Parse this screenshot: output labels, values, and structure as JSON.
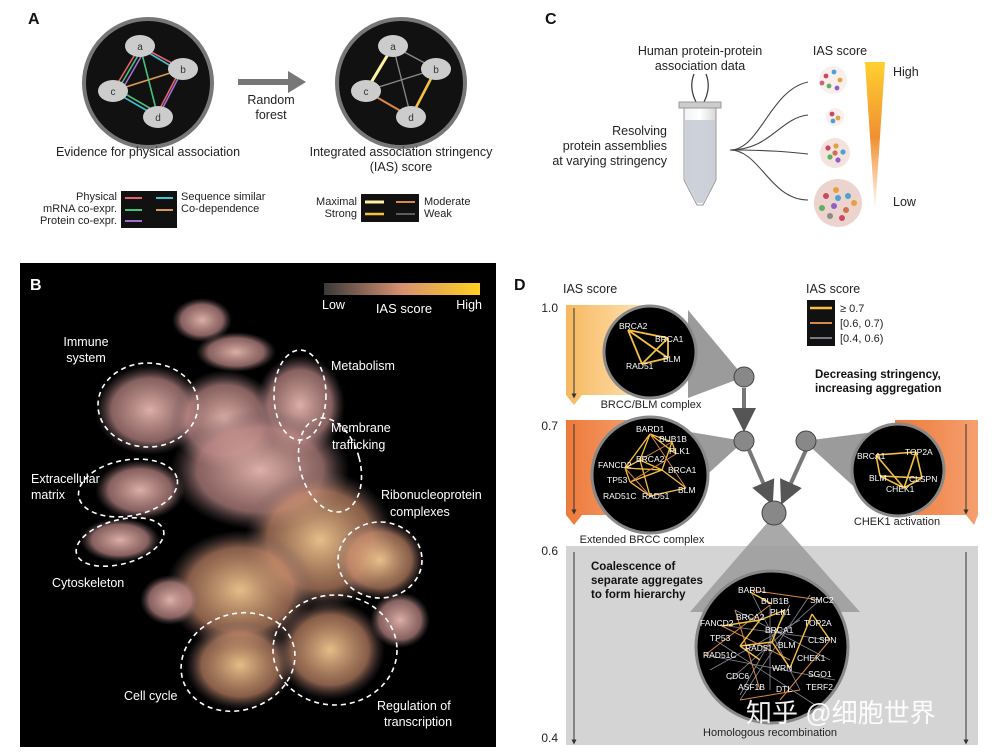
{
  "panel_a": {
    "label": "A",
    "arrow_label_1": "Random",
    "arrow_label_2": "forest",
    "left_caption": "Evidence for physical association",
    "right_caption_1": "Integrated association stringency",
    "right_caption_2": "(IAS) score",
    "nodes": [
      "a",
      "b",
      "c",
      "d"
    ],
    "legend_left": {
      "items_left": [
        "Physical",
        "mRNA co-expr.",
        "Protein co-expr."
      ],
      "items_right": [
        "Sequence similar",
        "Co-dependence"
      ],
      "colors": [
        "#e8606a",
        "#49c07a",
        "#a070d0",
        "#40c0d0",
        "#d89a50"
      ]
    },
    "legend_right": {
      "items_left": [
        "Maximal",
        "Strong"
      ],
      "items_right": [
        "Moderate",
        "Weak"
      ],
      "colors": [
        "#fff2a0",
        "#f6c040",
        "#d88848",
        "#8a8a8a"
      ]
    }
  },
  "panel_b": {
    "label": "B",
    "scale_low": "Low",
    "scale_title": "IAS score",
    "scale_high": "High",
    "regions": {
      "immune": [
        "Immune",
        "system"
      ],
      "metabolism": "Metabolism",
      "membrane": [
        "Membrane",
        "trafficking"
      ],
      "extracellular": [
        "Extracellular",
        "matrix"
      ],
      "ribonucleoprotein": [
        "Ribonucleoprotein",
        "complexes"
      ],
      "cytoskeleton": "Cytoskeleton",
      "cell_cycle": "Cell cycle",
      "transcription": [
        "Regulation of",
        "transcription"
      ]
    }
  },
  "panel_c": {
    "label": "C",
    "input_1": "Human protein-protein",
    "input_2": "association data",
    "resolve_1": "Resolving",
    "resolve_2": "protein assemblies",
    "resolve_3": "at varying stringency",
    "score_title": "IAS score",
    "high": "High",
    "low": "Low"
  },
  "panel_d": {
    "label": "D",
    "axis_title": "IAS score",
    "ticks": [
      "1.0",
      "0.7",
      "0.6",
      "0.4"
    ],
    "legend_title": "IAS score",
    "legend_items": [
      "≥ 0.7",
      "[0.6, 0.7)",
      "[0.4, 0.6)"
    ],
    "legend_colors": [
      "#f6c040",
      "#d88848",
      "#9a9aa8"
    ],
    "note_1": "Decreasing stringency,",
    "note_2": "increasing aggregation",
    "coalescence_1": "Coalescence of",
    "coalescence_2": "separate aggregates",
    "coalescence_3": "to form hierarchy",
    "brcc_genes": [
      "BRCA2",
      "BRCA1",
      "BLM",
      "RAD51"
    ],
    "brcc_caption": "BRCC/BLM complex",
    "ext_genes": [
      "BARD1",
      "BUB1B",
      "PLK1",
      "FANCD2",
      "BRCA2",
      "BRCA1",
      "TP53",
      "RAD51C",
      "RAD51",
      "BLM"
    ],
    "ext_caption": "Extended BRCC complex",
    "chek_genes": [
      "BRCA1",
      "TOP2A",
      "BLM",
      "CLSPN",
      "CHEK1"
    ],
    "chek_caption": "CHEK1 activation",
    "hr_genes": [
      "BARD1",
      "BUB1B",
      "SMC2",
      "BRCA2",
      "PLK1",
      "FANCD2",
      "TOP2A",
      "TP53",
      "BRCA1",
      "CLSPN",
      "BLM",
      "RAD51C",
      "RAD51",
      "CHEK1",
      "WRN",
      "CDC6",
      "SGO1",
      "ASF1B",
      "DTL",
      "TERF2"
    ],
    "hr_caption": "Homologous recombination"
  },
  "watermark": "知乎 @细胞世界"
}
